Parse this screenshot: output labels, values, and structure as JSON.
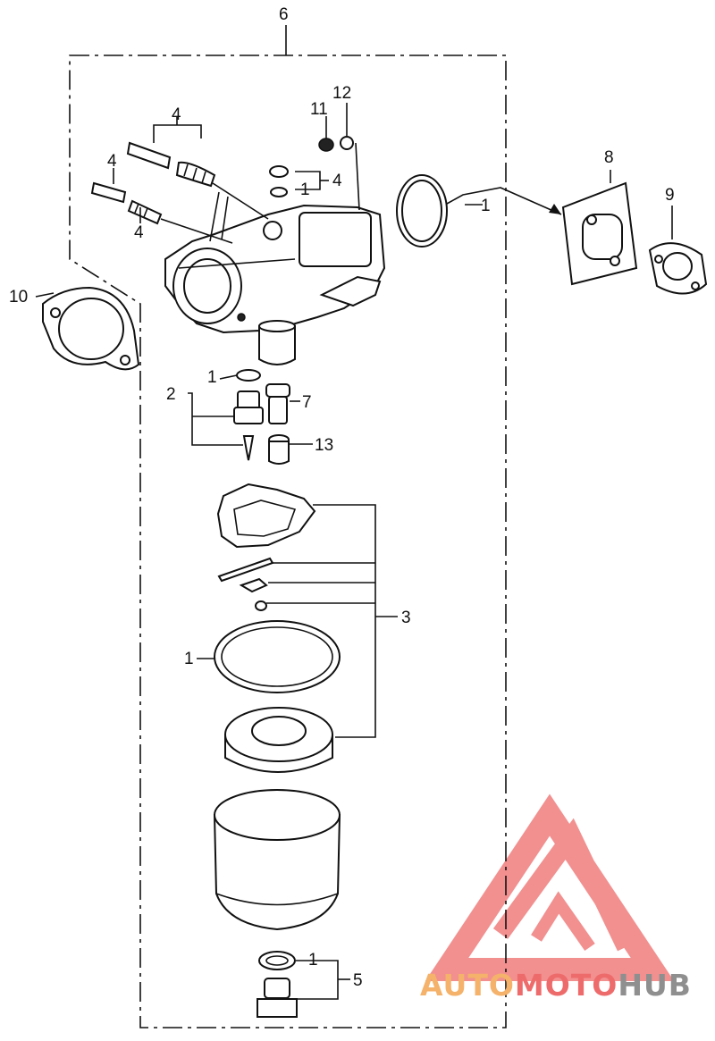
{
  "callouts": {
    "c6": "6",
    "c12": "12",
    "c11": "11",
    "c4a": "4",
    "c4b": "4",
    "c4c": "4",
    "c4d": "4",
    "c1a": "1",
    "c1b": "1",
    "c8": "8",
    "c9": "9",
    "c10": "10",
    "c2": "2",
    "c1c": "1",
    "c7": "7",
    "c13": "13",
    "c3": "3",
    "c1d": "1",
    "c1e": "1",
    "c5": "5"
  },
  "watermark": {
    "part1": "AUTO",
    "part2": "MOTO",
    "part3": "HUB",
    "colors": {
      "orange": "#f4b26a",
      "red": "#ee6b6b",
      "gray": "#8f8f8f"
    }
  }
}
